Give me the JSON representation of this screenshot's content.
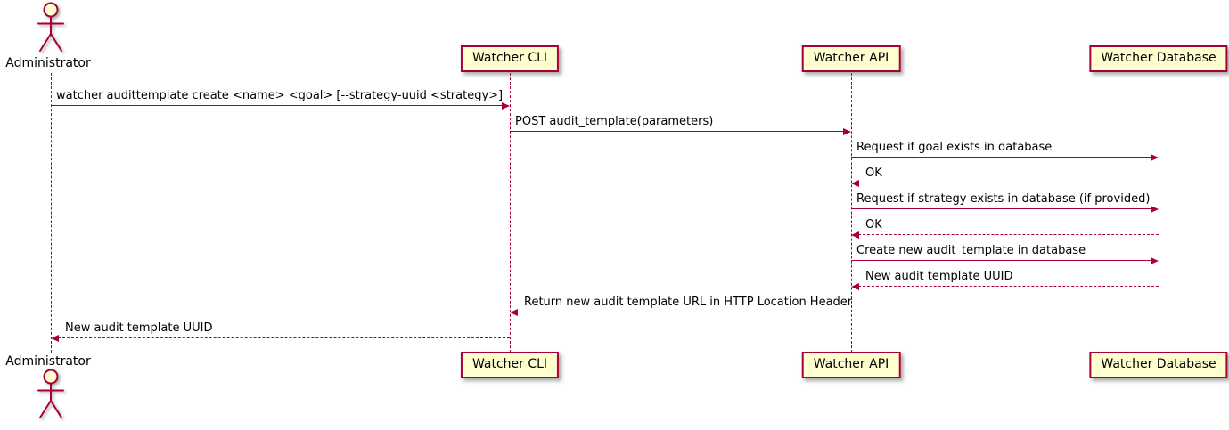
{
  "diagram": {
    "type": "sequence-diagram",
    "participants": [
      {
        "id": "administrator",
        "label": "Administrator",
        "kind": "actor"
      },
      {
        "id": "watcher-cli",
        "label": "Watcher CLI",
        "kind": "participant"
      },
      {
        "id": "watcher-api",
        "label": "Watcher API",
        "kind": "participant"
      },
      {
        "id": "watcher-database",
        "label": "Watcher Database",
        "kind": "participant"
      }
    ],
    "messages": [
      {
        "from": "administrator",
        "to": "watcher-cli",
        "line": "solid",
        "label": "watcher audittemplate create <name> <goal> [--strategy-uuid <strategy>]"
      },
      {
        "from": "watcher-cli",
        "to": "watcher-api",
        "line": "solid",
        "label": "POST audit_template(parameters)"
      },
      {
        "from": "watcher-api",
        "to": "watcher-database",
        "line": "solid",
        "label": "Request if goal exists in database"
      },
      {
        "from": "watcher-database",
        "to": "watcher-api",
        "line": "dashed",
        "label": "OK"
      },
      {
        "from": "watcher-api",
        "to": "watcher-database",
        "line": "solid",
        "label": "Request if strategy exists in database (if provided)"
      },
      {
        "from": "watcher-database",
        "to": "watcher-api",
        "line": "dashed",
        "label": "OK"
      },
      {
        "from": "watcher-api",
        "to": "watcher-database",
        "line": "solid",
        "label": "Create new audit_template in database"
      },
      {
        "from": "watcher-database",
        "to": "watcher-api",
        "line": "dashed",
        "label": "New audit template UUID"
      },
      {
        "from": "watcher-api",
        "to": "watcher-cli",
        "line": "dashed",
        "label": "Return new audit template URL in HTTP Location Header"
      },
      {
        "from": "watcher-cli",
        "to": "administrator",
        "line": "dashed",
        "label": "New audit template UUID"
      }
    ],
    "colors": {
      "participant_fill": "#FEFECE",
      "stroke": "#A80036",
      "text": "#000000",
      "background": "#FFFFFF"
    }
  }
}
